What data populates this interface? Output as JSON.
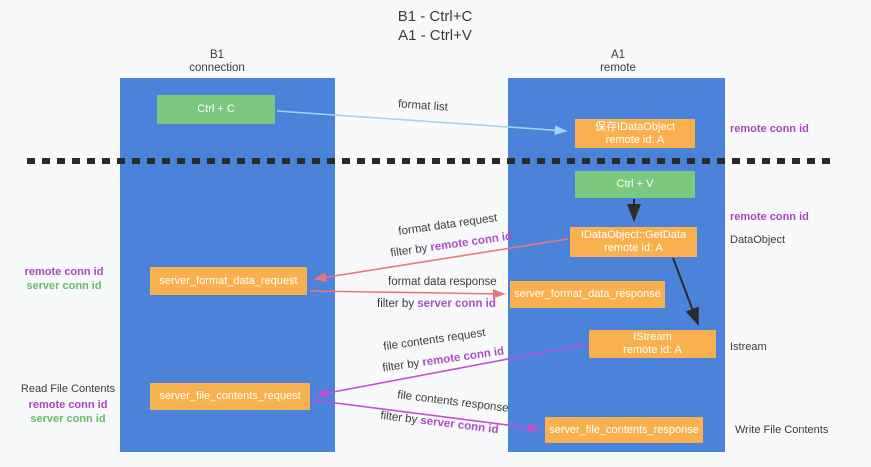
{
  "title": {
    "line1": "B1 - Ctrl+C",
    "line2": "A1 - Ctrl+V"
  },
  "columns": {
    "left": {
      "name": "B1",
      "role": "connection"
    },
    "right": {
      "name": "A1",
      "role": "remote"
    }
  },
  "boxes": {
    "ctrl_c": "Ctrl + C",
    "ctrl_v": "Ctrl + V",
    "save_dataobject": {
      "line1": "保存IDataObject",
      "line2": "remote id: A"
    },
    "getdata": {
      "line1": "IDataObject::GetData",
      "line2": "remote id: A"
    },
    "istream": {
      "line1": "IStream",
      "line2": "remote id: A"
    },
    "format_request": "server_format_data_request",
    "format_response": "server_format_data_response",
    "file_request": "server_file_contents_request",
    "file_response": "server_file_contents_response"
  },
  "arrow_labels": {
    "format_list": "format list",
    "format_data_request": "format data request",
    "format_data_response": "format data response",
    "file_contents_request": "file contents request",
    "file_contents_response": "file contents response",
    "filter_by": "filter by ",
    "remote_conn_id": "remote conn id",
    "server_conn_id": "server conn id"
  },
  "side_labels": {
    "remote_conn_id_top": "remote conn id",
    "remote_conn_id_mid": "remote conn id",
    "dataobject": "DataObject",
    "istream": "Istream",
    "write_file_contents": "Write File Contents",
    "read_file_contents": "Read File Contents",
    "left_mid_remote": "remote conn id",
    "left_mid_server": "server conn id",
    "left_bottom_remote": "remote conn id",
    "left_bottom_server": "server conn id"
  },
  "colors": {
    "column_blue": "#4a83d9",
    "box_green": "#7cc87e",
    "box_orange": "#f9b04e",
    "arrow_light_blue": "#a5d3f2",
    "arrow_red": "#e97779",
    "arrow_magenta": "#c24fd0",
    "arrow_black": "#2b2b2b",
    "label_purple": "#ab47bc",
    "label_green": "#66bb6a",
    "text_dark": "#3b3b3b"
  }
}
